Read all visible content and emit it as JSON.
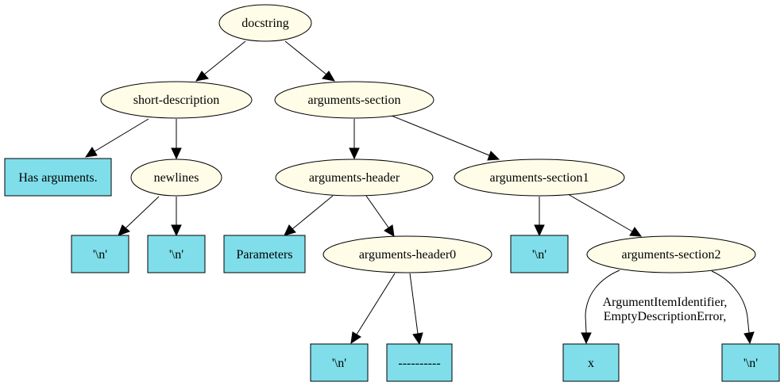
{
  "diagram": {
    "colors": {
      "ellipse_fill": "#fffde8",
      "box_fill": "#7fdeea",
      "stroke": "#000000"
    },
    "nodes": {
      "docstring": "docstring",
      "short_description": "short-description",
      "arguments_section": "arguments-section",
      "has_arguments": "Has arguments.",
      "newlines": "newlines",
      "arguments_header": "arguments-header",
      "arguments_section1": "arguments-section1",
      "newlines_nl1": "'\\n'",
      "newlines_nl2": "'\\n'",
      "parameters": "Parameters",
      "arguments_header0": "arguments-header0",
      "section1_nl": "'\\n'",
      "arguments_section2": "arguments-section2",
      "header0_nl": "'\\n'",
      "dashes": "----------",
      "x": "x",
      "section2_nl": "'\\n'"
    },
    "edge_label": {
      "line1": "ArgumentItemIdentifier,",
      "line2": "EmptyDescriptionError,"
    }
  }
}
